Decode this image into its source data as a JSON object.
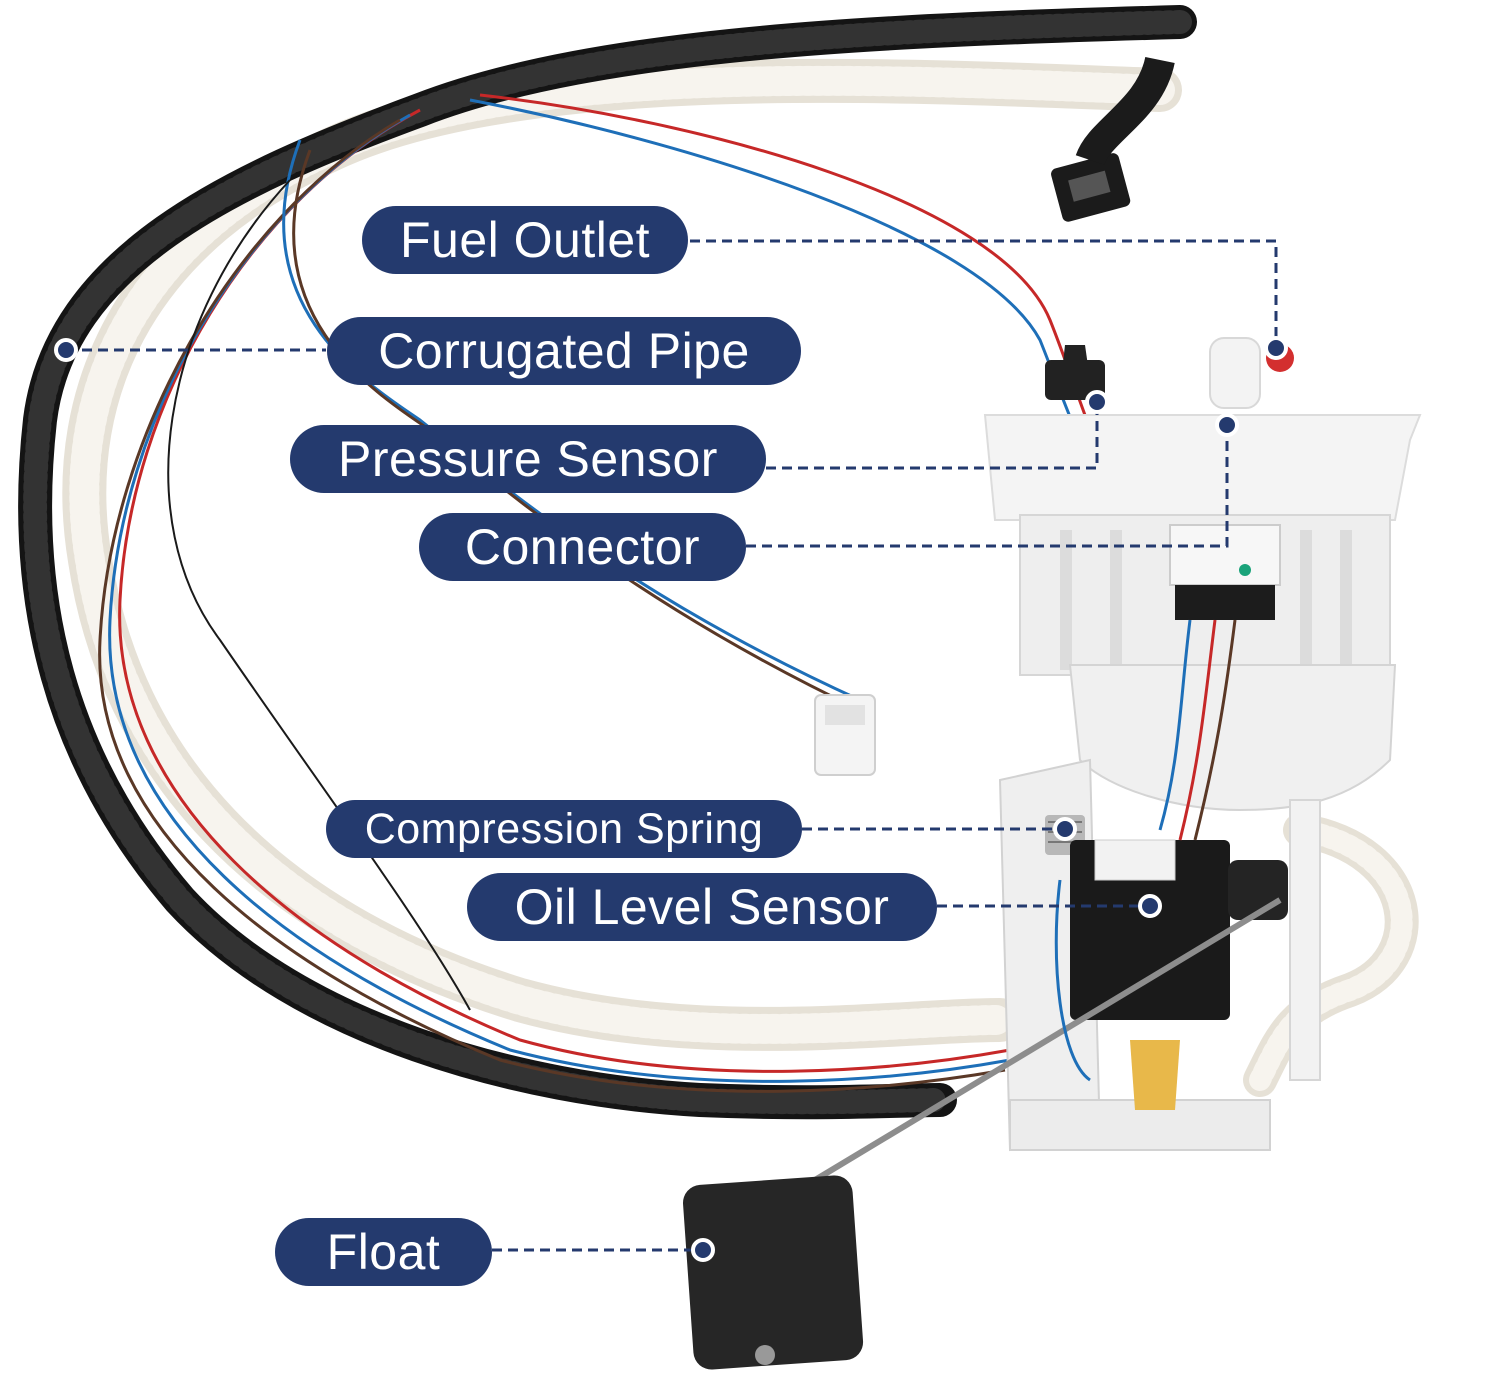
{
  "colors": {
    "label_bg": "#243a6e",
    "label_text": "#ffffff",
    "leader_line": "#243a6e"
  },
  "labels": {
    "fuel_outlet": "Fuel Outlet",
    "corrugated_pipe": "Corrugated Pipe",
    "pressure_sensor": "Pressure Sensor",
    "connector": "Connector",
    "compression_spring": "Compression Spring",
    "oil_level_sensor": "Oil Level Sensor",
    "float": "Float"
  }
}
